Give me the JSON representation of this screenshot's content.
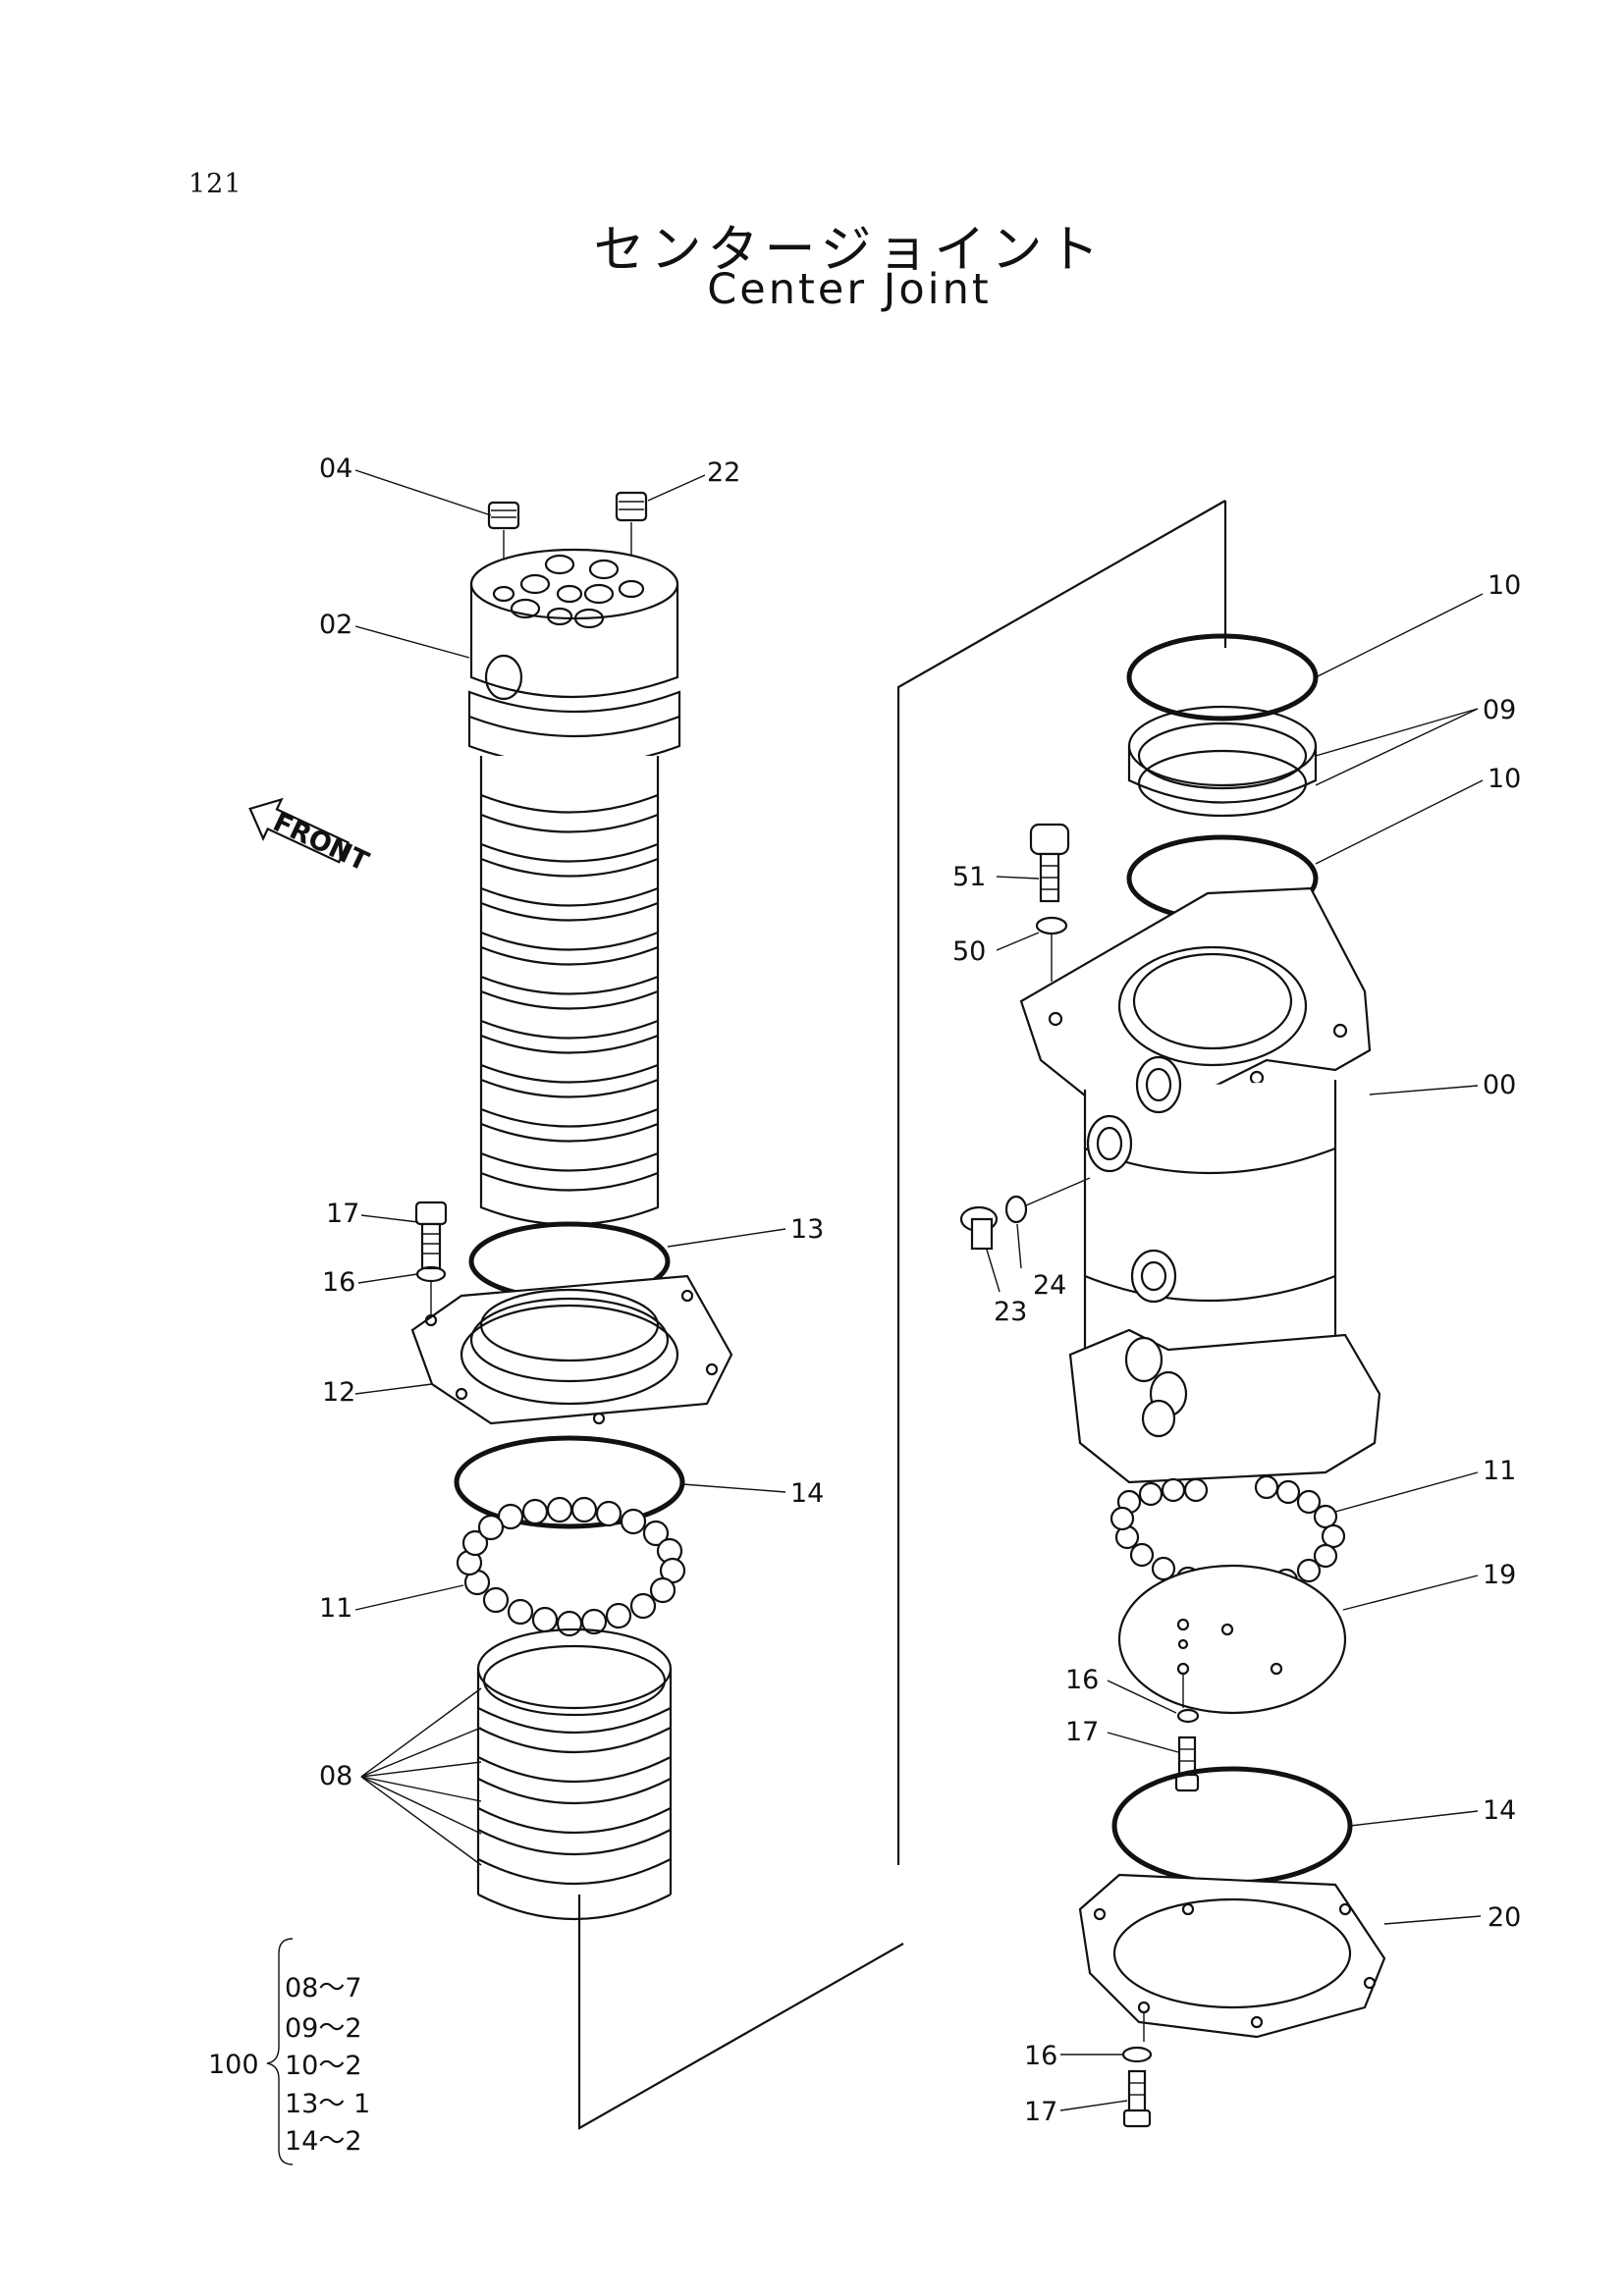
{
  "page_number": "121",
  "title_ja": "センタージョイント",
  "title_en": "Center Joint",
  "front_marker": "FRONT",
  "callouts": {
    "c04": "04",
    "c22": "22",
    "c02": "02",
    "c17a": "17",
    "c16a": "16",
    "c12": "12",
    "c13": "13",
    "c14a": "14",
    "c11a": "11",
    "c08": "08",
    "c10a": "10",
    "c09": "09",
    "c10b": "10",
    "c51": "51",
    "c50": "50",
    "c00": "00",
    "c24": "24",
    "c23": "23",
    "c11b": "11",
    "c19": "19",
    "c16b": "16",
    "c17b": "17",
    "c14b": "14",
    "c20": "20",
    "c16c": "16",
    "c17c": "17"
  },
  "kit": {
    "number": "100",
    "items": [
      "08～7",
      "09～2",
      "10～2",
      "13～ 1",
      "14～2"
    ]
  }
}
